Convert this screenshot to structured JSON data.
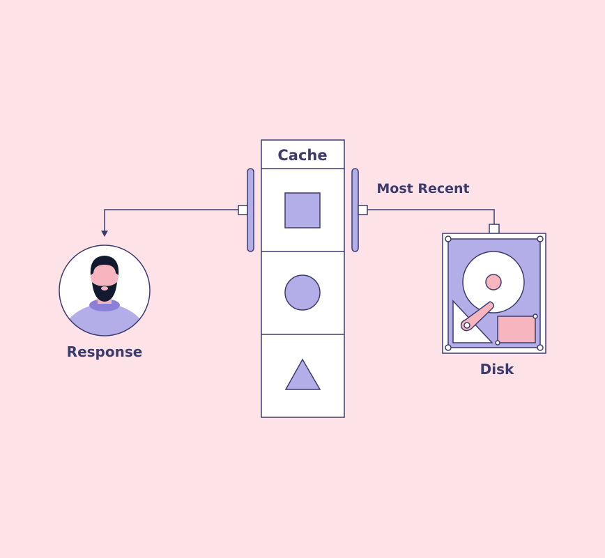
{
  "labels": {
    "cache": "Cache",
    "most_recent": "Most Recent",
    "response": "Response",
    "disk": "Disk"
  },
  "colors": {
    "background": "#fde3e8",
    "stroke": "#3d3a6e",
    "purple": "#b3aee8",
    "pink": "#f7b6bf",
    "white": "#ffffff"
  },
  "cache_items": [
    "square-icon",
    "circle-icon",
    "triangle-icon"
  ]
}
